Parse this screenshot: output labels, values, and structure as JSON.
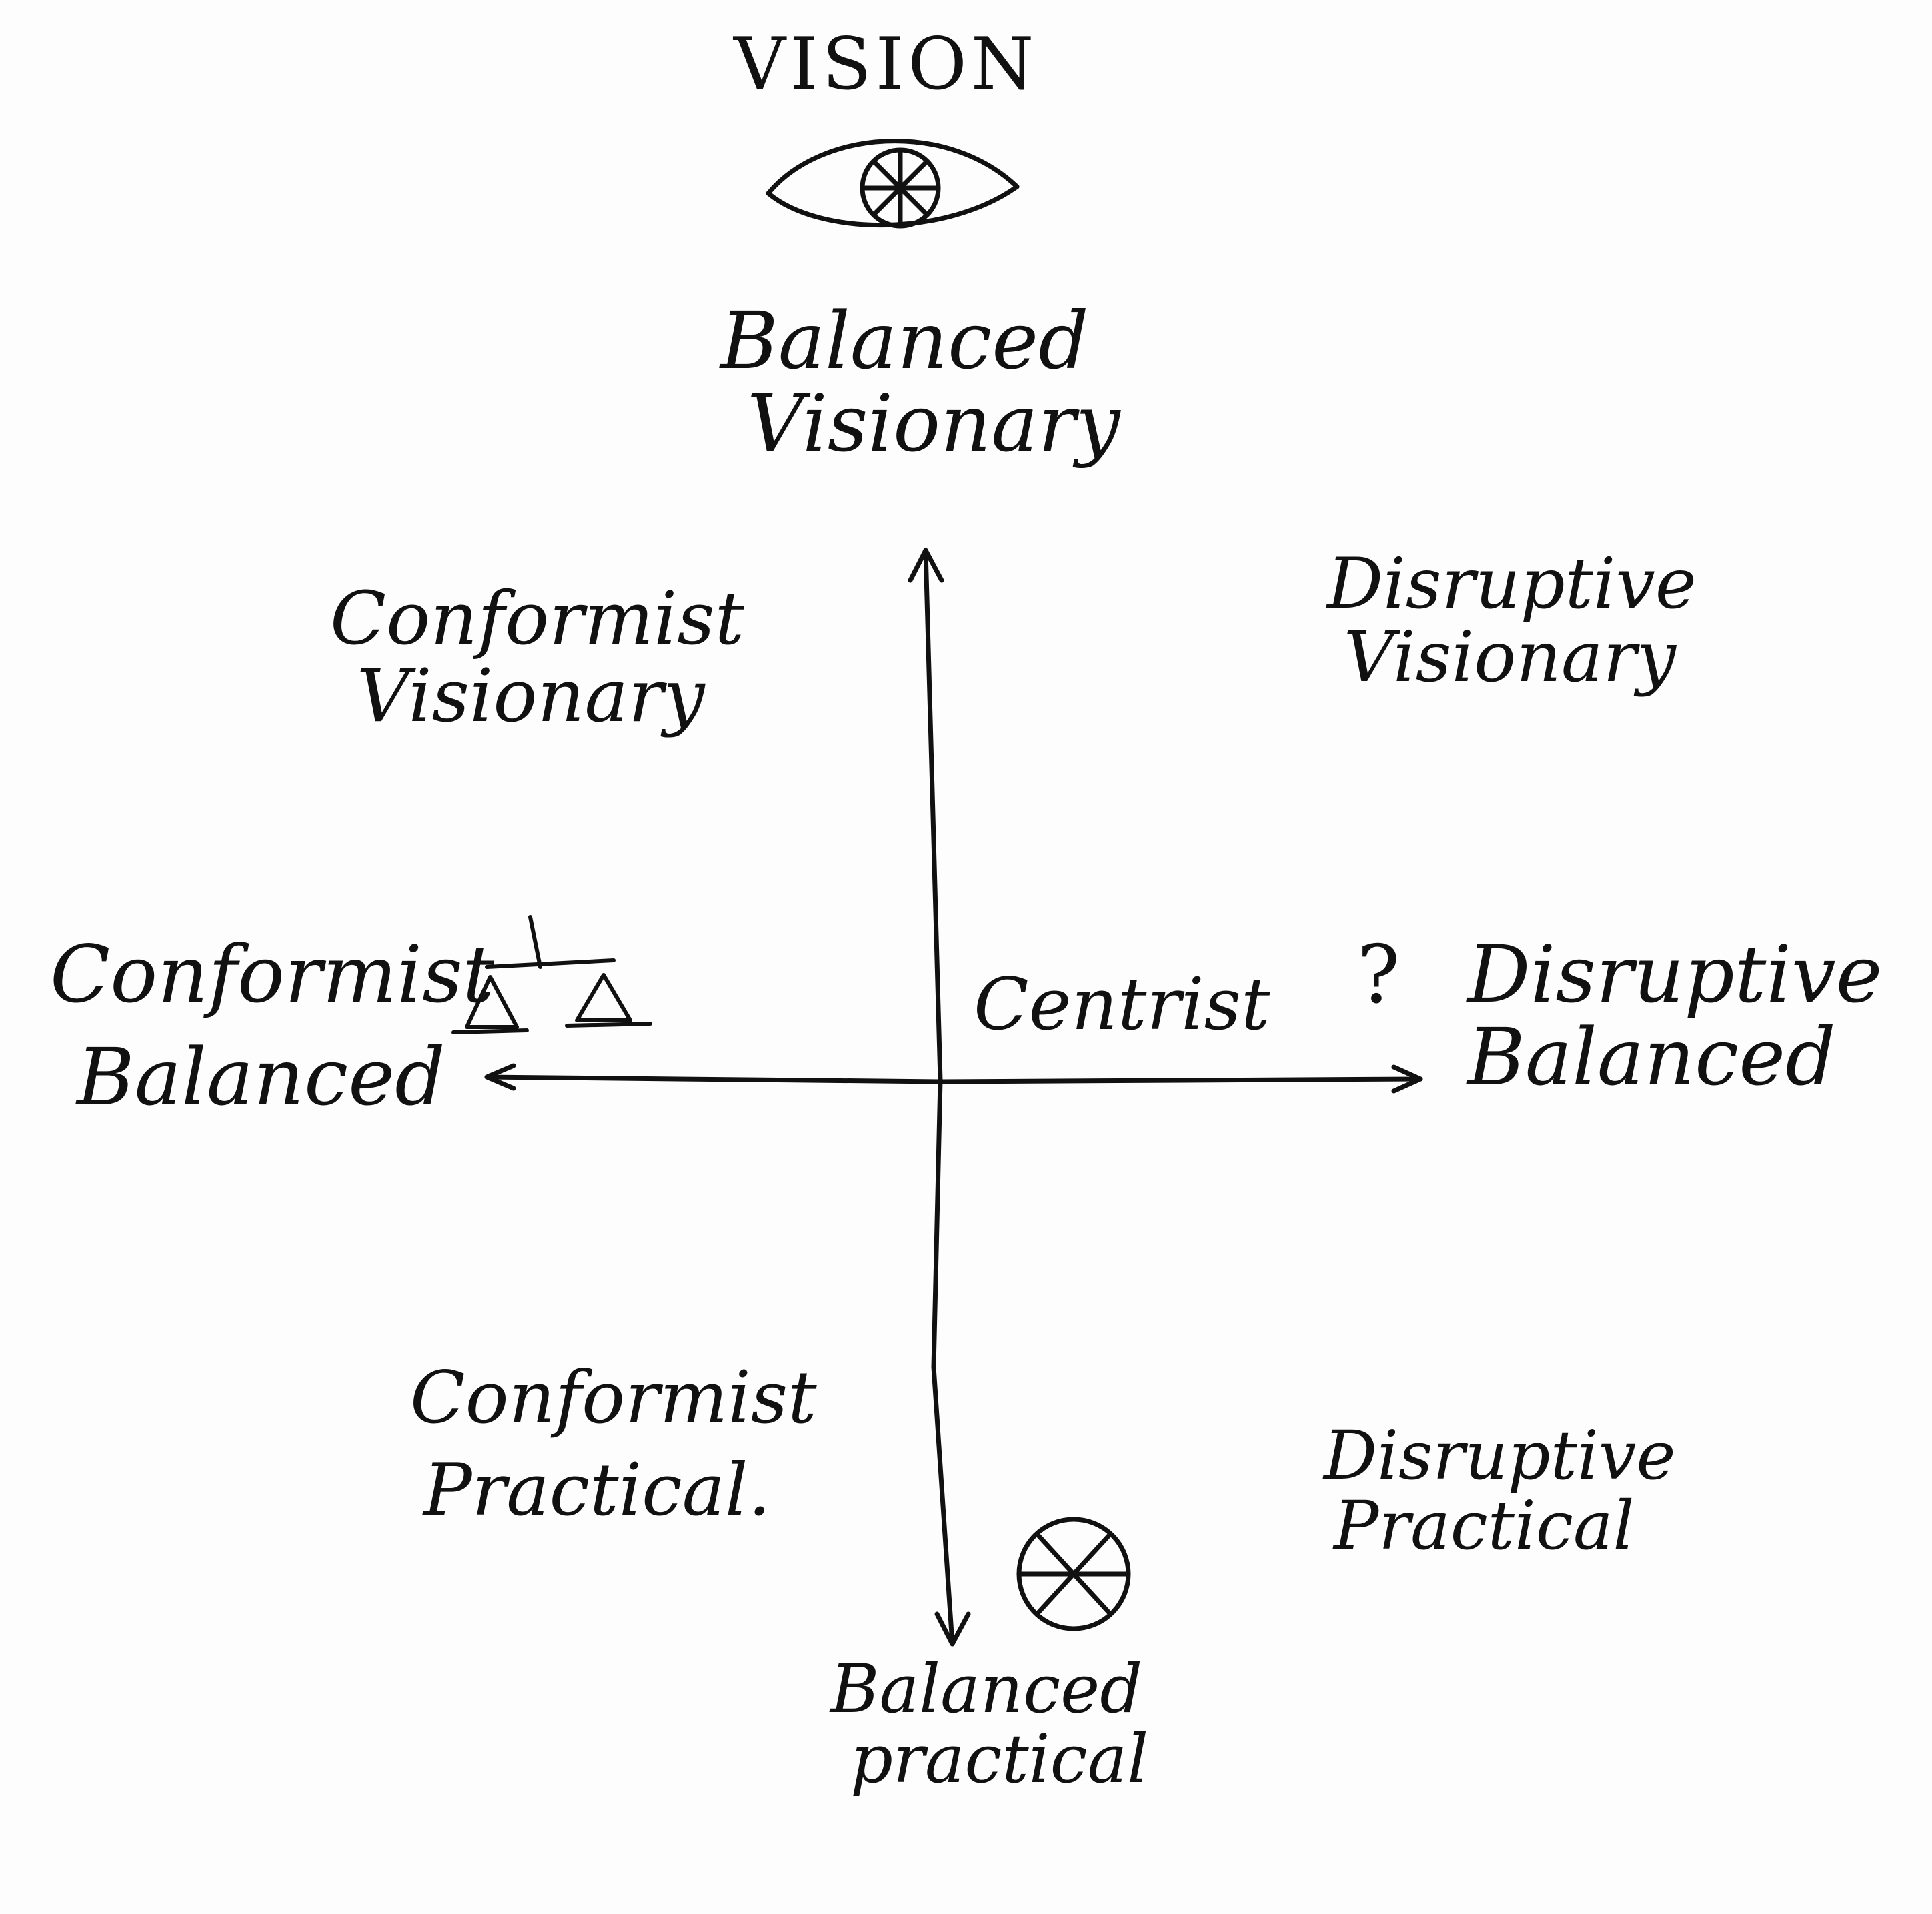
{
  "labels": {
    "vision": "VISION",
    "balanced_visionary": [
      "Balanced",
      "Visionary"
    ],
    "conformist_visionary": [
      "Conformist",
      "Visionary"
    ],
    "disruptive_visionary": [
      "Disruptive",
      "Visionary"
    ],
    "conformist_balanced": [
      "Conformist",
      "Balanced"
    ],
    "centrist": "Centrist",
    "question_mark": "?",
    "disruptive_balanced": [
      "Disruptive",
      "Balanced"
    ],
    "conformist_practical": [
      "Conformist",
      "Practical."
    ],
    "disruptive_practical": [
      "Disruptive",
      "Practical"
    ],
    "balanced_practical": [
      "Balanced",
      "practical"
    ]
  },
  "icons": {
    "top": "eye-icon",
    "left": "balance-scale-icon",
    "bottom": "circled-asterisk-icon"
  },
  "colors": {
    "ink": "#111111",
    "paper": "#fdfdfd"
  }
}
